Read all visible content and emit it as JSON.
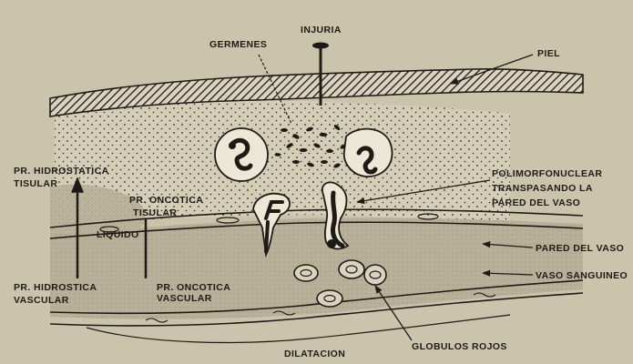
{
  "labels": {
    "injuria": "INJURIA",
    "germenes": "GERMENES",
    "piel": "PIEL",
    "pr_hidrostatica_tisular_1": "PR. HIDROSTATICA",
    "pr_hidrostatica_tisular_2": "TISULAR",
    "pr_oncotica_tisular_1": "PR. ONCOTICA",
    "pr_oncotica_tisular_2": "TISULAR",
    "liquido": "LIQUIDO",
    "polimorfonuclear_1": "POLIMORFONUCLEAR",
    "polimorfonuclear_2": "TRANSPASANDO LA",
    "polimorfonuclear_3": "PARED DEL VASO",
    "pared_del_vaso": "PARED DEL VASO",
    "vaso_sanguineo": "VASO SANGUINEO",
    "pr_hidrostica_vascular_1": "PR. HIDROSTICA",
    "pr_hidrostica_vascular_2": "VASCULAR",
    "pr_oncotica_vascular_1": "PR. ONCOTICA",
    "pr_oncotica_vascular_2": "VASCULAR",
    "globulos_rojos": "GLOBULOS ROJOS",
    "dilatacion": "DILATACION"
  },
  "colors": {
    "paper": "#cbc4ac",
    "ink": "#1e1b16",
    "tissue": "#d8d2bc",
    "vessel": "#b9b19a"
  }
}
